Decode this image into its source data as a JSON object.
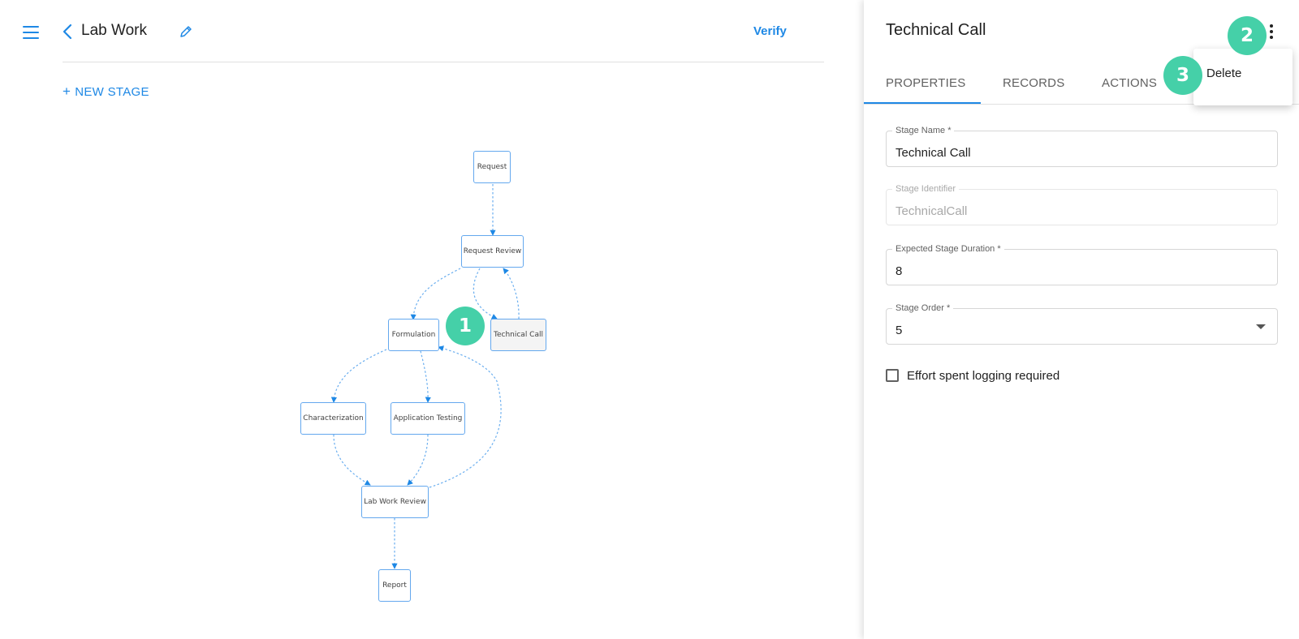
{
  "header": {
    "title": "Lab Work",
    "verify_label": "Verify",
    "new_stage_icon": "+",
    "new_stage_label": "NEW STAGE"
  },
  "workflow": {
    "nodes": [
      {
        "id": "request",
        "label": "Request"
      },
      {
        "id": "request-review",
        "label": "Request Review"
      },
      {
        "id": "formulation",
        "label": "Formulation"
      },
      {
        "id": "technical-call",
        "label": "Technical Call",
        "selected": true
      },
      {
        "id": "characterization",
        "label": "Characterization"
      },
      {
        "id": "application-testing",
        "label": "Application Testing"
      },
      {
        "id": "lab-work-review",
        "label": "Lab Work Review"
      },
      {
        "id": "report",
        "label": "Report"
      }
    ],
    "edges": [
      [
        "request",
        "request-review"
      ],
      [
        "request-review",
        "formulation"
      ],
      [
        "request-review",
        "technical-call"
      ],
      [
        "technical-call",
        "request-review"
      ],
      [
        "formulation",
        "characterization"
      ],
      [
        "formulation",
        "application-testing"
      ],
      [
        "characterization",
        "lab-work-review"
      ],
      [
        "application-testing",
        "lab-work-review"
      ],
      [
        "lab-work-review",
        "formulation"
      ],
      [
        "lab-work-review",
        "report"
      ]
    ]
  },
  "panel": {
    "title": "Technical Call",
    "tabs": [
      {
        "label": "PROPERTIES",
        "active": true
      },
      {
        "label": "RECORDS",
        "active": false
      },
      {
        "label": "ACTIONS",
        "active": false
      }
    ],
    "fields": {
      "stage_name": {
        "label": "Stage Name *",
        "value": "Technical Call"
      },
      "stage_identifier": {
        "label": "Stage Identifier",
        "value": "TechnicalCall"
      },
      "expected_duration": {
        "label": "Expected Stage Duration *",
        "value": "8"
      },
      "stage_order": {
        "label": "Stage Order *",
        "value": "5"
      }
    },
    "checkbox": {
      "label": "Effort spent logging required",
      "checked": false
    }
  },
  "menu": {
    "delete_label": "Delete"
  },
  "badges": [
    "1",
    "2",
    "3"
  ],
  "colors": {
    "accent": "#1e88e5",
    "badge": "#45d0a8",
    "node_border": "#64a8ee"
  }
}
